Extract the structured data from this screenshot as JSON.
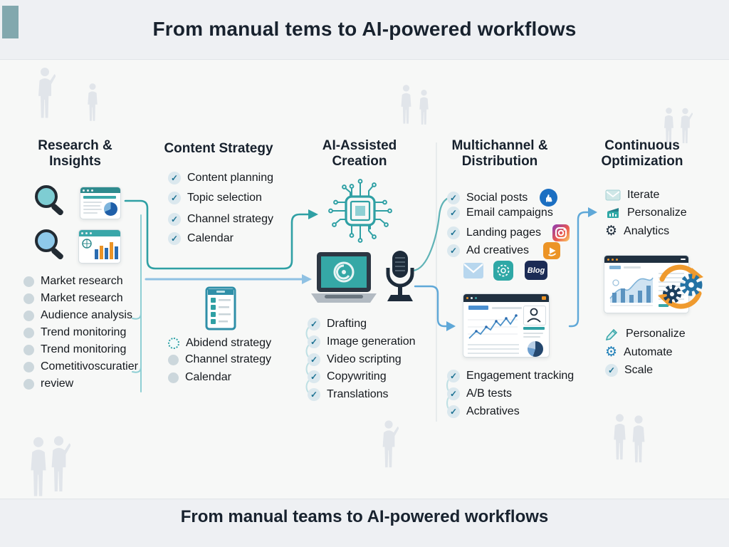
{
  "top_title": "From manual tems to AI-powered workflows",
  "bottom_title": "From manual teams to AI-powered workflows",
  "icons": {
    "check": "✓",
    "gear": "⚙"
  },
  "colors": {
    "teal": "#2fa0a4",
    "navy": "#17212d",
    "orange": "#ec9426",
    "blue": "#4a8fd0",
    "light_blue": "#8fc1e3",
    "blog_navy": "#1b2b55"
  },
  "columns": {
    "research": {
      "title": "Research & Insights",
      "items": [
        "Market research",
        "Market research",
        "Audience analysis",
        "Trend monitoring",
        "Trend monitoring",
        "Cometitivoscuratier",
        "review"
      ]
    },
    "strategy": {
      "title": "Content Strategy",
      "checklist": [
        "Content planning",
        "Topic selection",
        "Channel strategy",
        "Calendar"
      ],
      "lower_list": [
        "Abidend strategy",
        "Channel strategy",
        "Calendar"
      ]
    },
    "creation": {
      "title": "AI-Assisted Creation",
      "checklist": [
        "Drafting",
        "Image generation",
        "Video scripting",
        "Copywriting",
        "Translations"
      ]
    },
    "distribution": {
      "title": "Multichannel & Distribution",
      "checklist": [
        "Social posts",
        "Email campaigns",
        "Landing pages",
        "Ad creatives"
      ],
      "blog_tile_label": "Blog",
      "lower_checklist": [
        "Engagement tracking",
        "A/B tests",
        "Acbratives"
      ]
    },
    "optimization": {
      "title": "Continuous Optimization",
      "icon_list": [
        "Iterate",
        "Personalize",
        "Analytics"
      ],
      "lower_list": [
        "Personalize",
        "Automate",
        "Scale"
      ]
    }
  }
}
